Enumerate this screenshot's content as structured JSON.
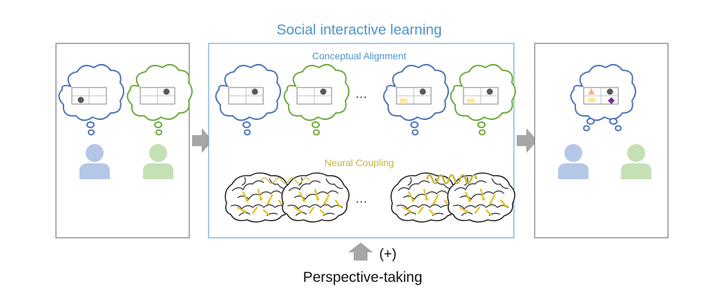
{
  "figure": {
    "title": "Social interactive learning",
    "conceptual_alignment": "Conceptual Alignment",
    "neural_coupling": "Neural Coupling",
    "ellipsis_top": "…",
    "ellipsis_bottom": "…",
    "modifier": "(+)",
    "bottom_label": "Perspective-taking"
  },
  "colors": {
    "accent_blue": "#4e93c8",
    "thought_blue": "#4a74b8",
    "thought_green": "#6aaa3a",
    "person_blue": "#b4c7e7",
    "person_green": "#c5e0b4",
    "coupling_yellow": "#c7b43a",
    "arrow_gray": "#a6a6a6"
  }
}
